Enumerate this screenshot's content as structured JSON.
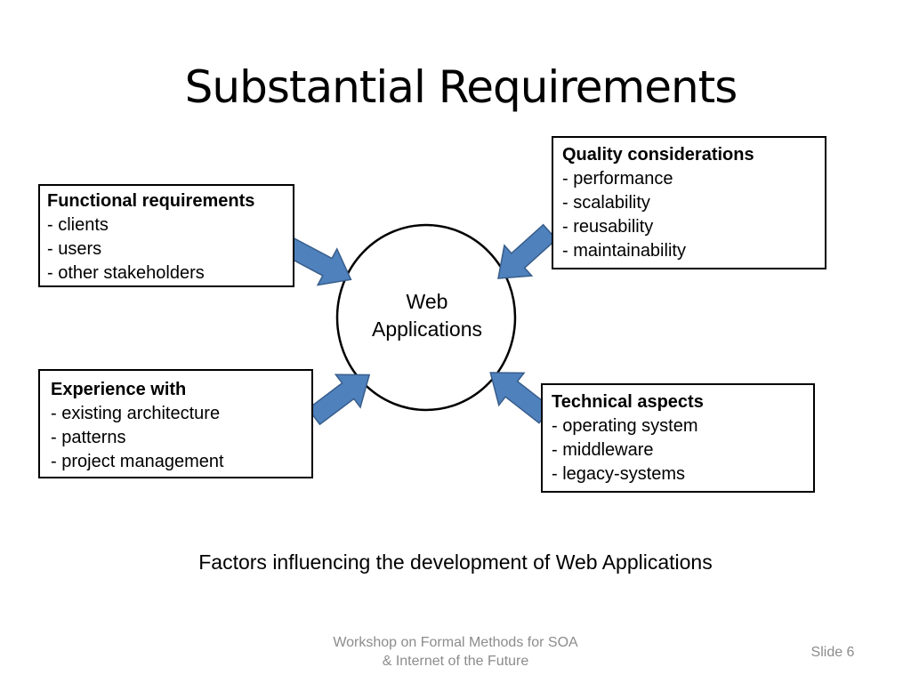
{
  "title": "Substantial Requirements",
  "center": {
    "lines": [
      "Web",
      "Applications"
    ]
  },
  "boxes": {
    "functional": {
      "title": "Functional requirements",
      "items": [
        "- clients",
        "- users",
        "- other stakeholders"
      ]
    },
    "quality": {
      "title": "Quality considerations",
      "items": [
        "- performance",
        "- scalability",
        "- reusability",
        "- maintainability"
      ]
    },
    "experience": {
      "title": "Experience with",
      "items": [
        "- existing architecture",
        "- patterns",
        "- project management"
      ]
    },
    "technical": {
      "title": "Technical aspects",
      "items": [
        "- operating system",
        "- middleware",
        "- legacy-systems"
      ]
    }
  },
  "caption": "Factors influencing the development of Web Applications",
  "footer": {
    "lines": [
      "Workshop on Formal Methods for SOA",
      "& Internet of the Future"
    ],
    "slide": "Slide 6"
  },
  "colors": {
    "arrow_fill": "#4f81bd",
    "arrow_stroke": "#385d8a",
    "footer_text": "#8c8c8c"
  }
}
